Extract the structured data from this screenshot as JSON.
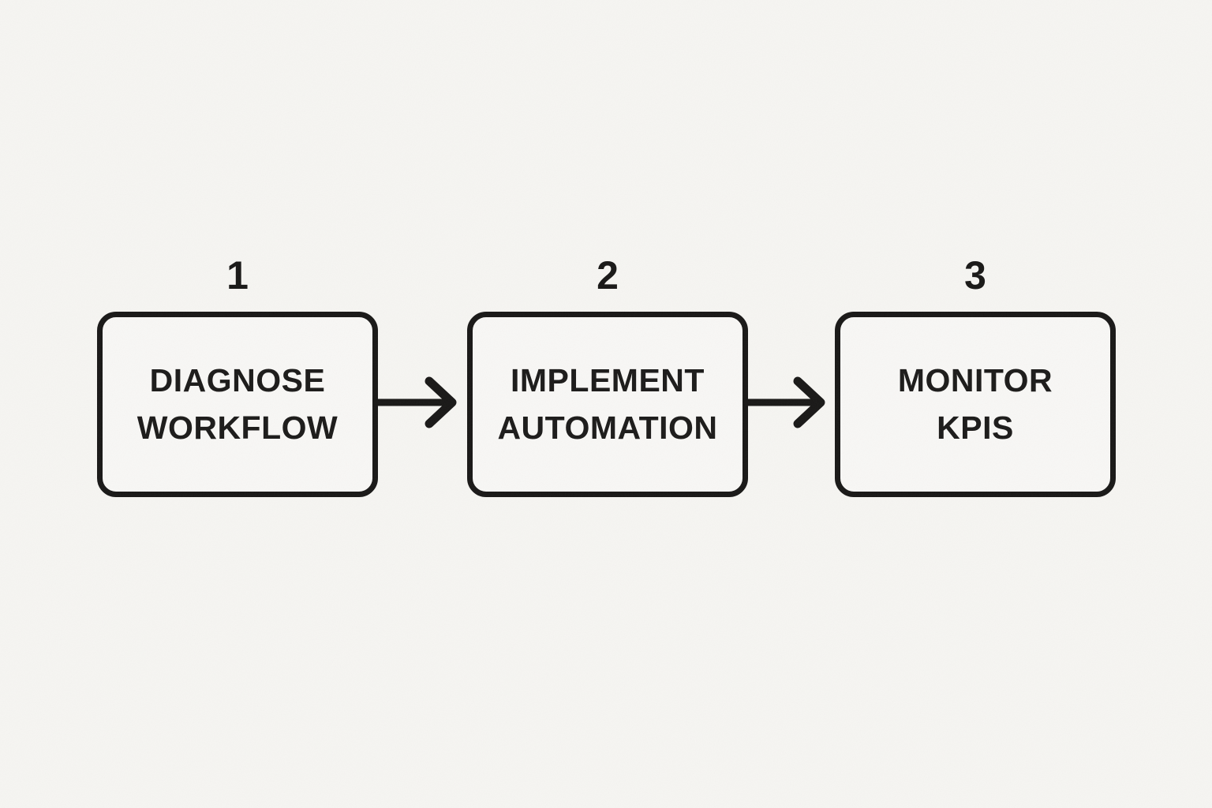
{
  "canvas": {
    "background_color": "#f6f5f2",
    "ink_color": "#181716"
  },
  "diagram": {
    "type": "flowchart-horizontal",
    "steps": [
      {
        "number": "1",
        "label_line1": "DIAGNOSE",
        "label_line2": "WORKFLOW"
      },
      {
        "number": "2",
        "label_line1": "IMPLEMENT",
        "label_line2": "AUTOMATION"
      },
      {
        "number": "3",
        "label_line1": "MONITOR",
        "label_line2": "KPIS"
      }
    ],
    "connectors": [
      {
        "from": "1",
        "to": "2",
        "style": "arrow-right"
      },
      {
        "from": "2",
        "to": "3",
        "style": "arrow-right"
      }
    ]
  }
}
